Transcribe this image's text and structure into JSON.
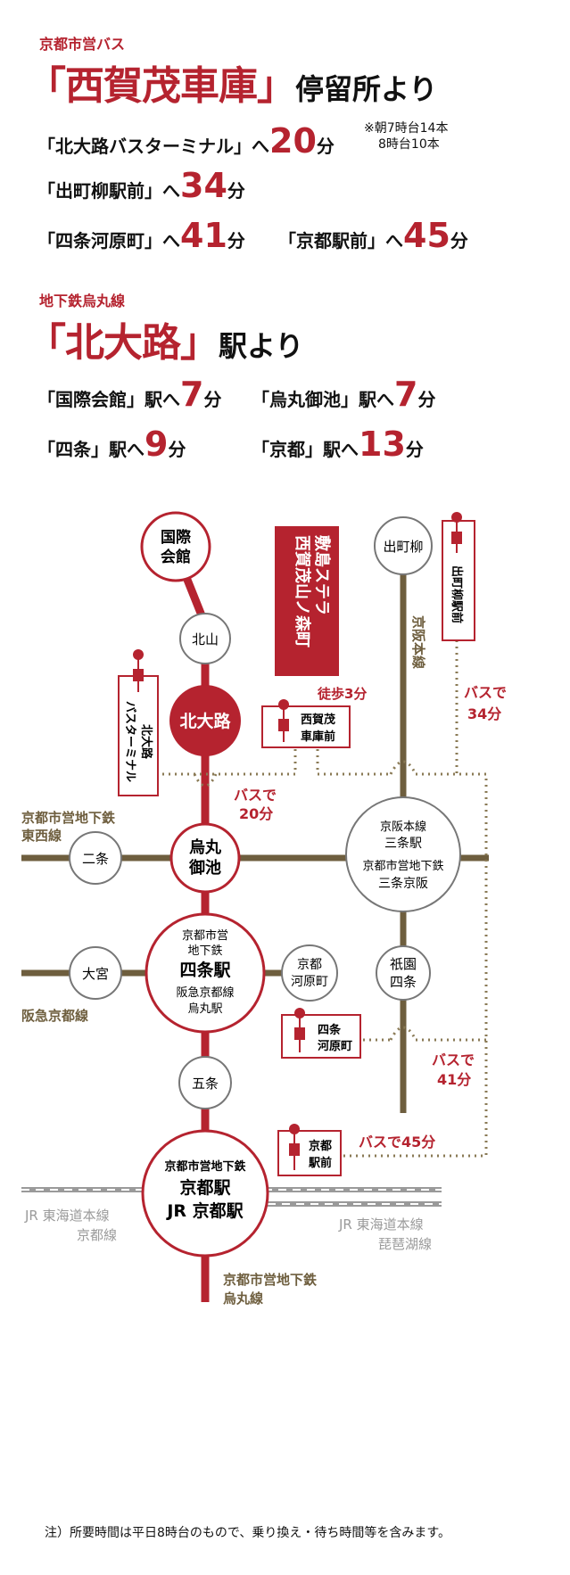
{
  "bus": {
    "caption": "京都市営バス",
    "origin": "「西賀茂車庫」",
    "suffix": "停留所より",
    "routes": [
      {
        "label": "「北大路バスターミナル」へ",
        "minutes": "20",
        "unit": "分"
      },
      {
        "label": "「出町柳駅前」へ",
        "minutes": "34",
        "unit": "分"
      },
      {
        "label": "「四条河原町」へ",
        "minutes": "41",
        "unit": "分"
      },
      {
        "label": "「京都駅前」へ",
        "minutes": "45",
        "unit": "分"
      }
    ],
    "note_line1": "※朝7時台14本",
    "note_line2": "8時台10本"
  },
  "subway": {
    "caption": "地下鉄烏丸線",
    "origin": "「北大路」",
    "suffix": "駅より",
    "routes": [
      {
        "label": "「国際会館」駅へ",
        "minutes": "7",
        "unit": "分"
      },
      {
        "label": "「烏丸御池」駅へ",
        "minutes": "7",
        "unit": "分"
      },
      {
        "label": "「四条」駅へ",
        "minutes": "9",
        "unit": "分"
      },
      {
        "label": "「京都」駅へ",
        "minutes": "13",
        "unit": "分"
      }
    ]
  },
  "map": {
    "colors": {
      "red": "#b5232f",
      "brown": "#6e5e3e",
      "gray": "#9a9a9a"
    },
    "stations": {
      "kokusai_l1": "国際",
      "kokusai_l2": "会館",
      "kitayama": "北山",
      "kitaoji": "北大路",
      "karasuma_l1": "烏丸",
      "karasuma_l2": "御池",
      "nijo": "二条",
      "shijo_l1": "京都市営",
      "shijo_l2": "地下鉄",
      "shijo_l3": "四条駅",
      "shijo_l4": "阪急京都線",
      "shijo_l5": "烏丸駅",
      "omiya": "大宮",
      "kawaramachi_l1": "京都",
      "kawaramachi_l2": "河原町",
      "gojo": "五条",
      "kyoto_l1": "京都市営地下鉄",
      "kyoto_l2": "京都駅",
      "kyoto_l3": "JR 京都駅",
      "sanjo_l1": "京阪本線",
      "sanjo_l2": "三条駅",
      "sanjo_l3": "京都市営地下鉄",
      "sanjo_l4": "三条京阪",
      "gion_l1": "祇園",
      "gion_l2": "四条",
      "demachi": "出町柳"
    },
    "bus_stops": {
      "nishigamo_l1": "西賀茂",
      "nishigamo_l2": "車庫前",
      "kitaoji_bt_l1": "北大路",
      "kitaoji_bt_l2": "バスターミナル",
      "demachi_bus": "出町柳駅前",
      "shijo_kawaramachi_l1": "四条",
      "shijo_kawaramachi_l2": "河原町",
      "kyoto_ekimae_l1": "京都",
      "kyoto_ekimae_l2": "駅前"
    },
    "site_l1": "敷島ステラ",
    "site_l2": "西賀茂山ノ森町",
    "walk": "徒歩3分",
    "bus_20_l1": "バスで",
    "bus_20_l2": "20分",
    "bus_34_l1": "バスで",
    "bus_34_l2": "34分",
    "bus_41_l1": "バスで",
    "bus_41_l2": "41分",
    "bus_45": "バスで45分",
    "lines": {
      "tozai_l1": "京都市営地下鉄",
      "tozai_l2": "東西線",
      "hankyu": "阪急京都線",
      "keihan_vertical": "京阪本線",
      "jr_left_l1": "JR 東海道本線",
      "jr_left_l2": "京都線",
      "jr_right_l1": "JR 東海道本線",
      "jr_right_l2": "琵琶湖線",
      "karasuma_l1": "京都市営地下鉄",
      "karasuma_l2": "烏丸線"
    }
  },
  "footer": "注）所要時間は平日8時台のもので、乗り換え・待ち時間等を含みます。"
}
